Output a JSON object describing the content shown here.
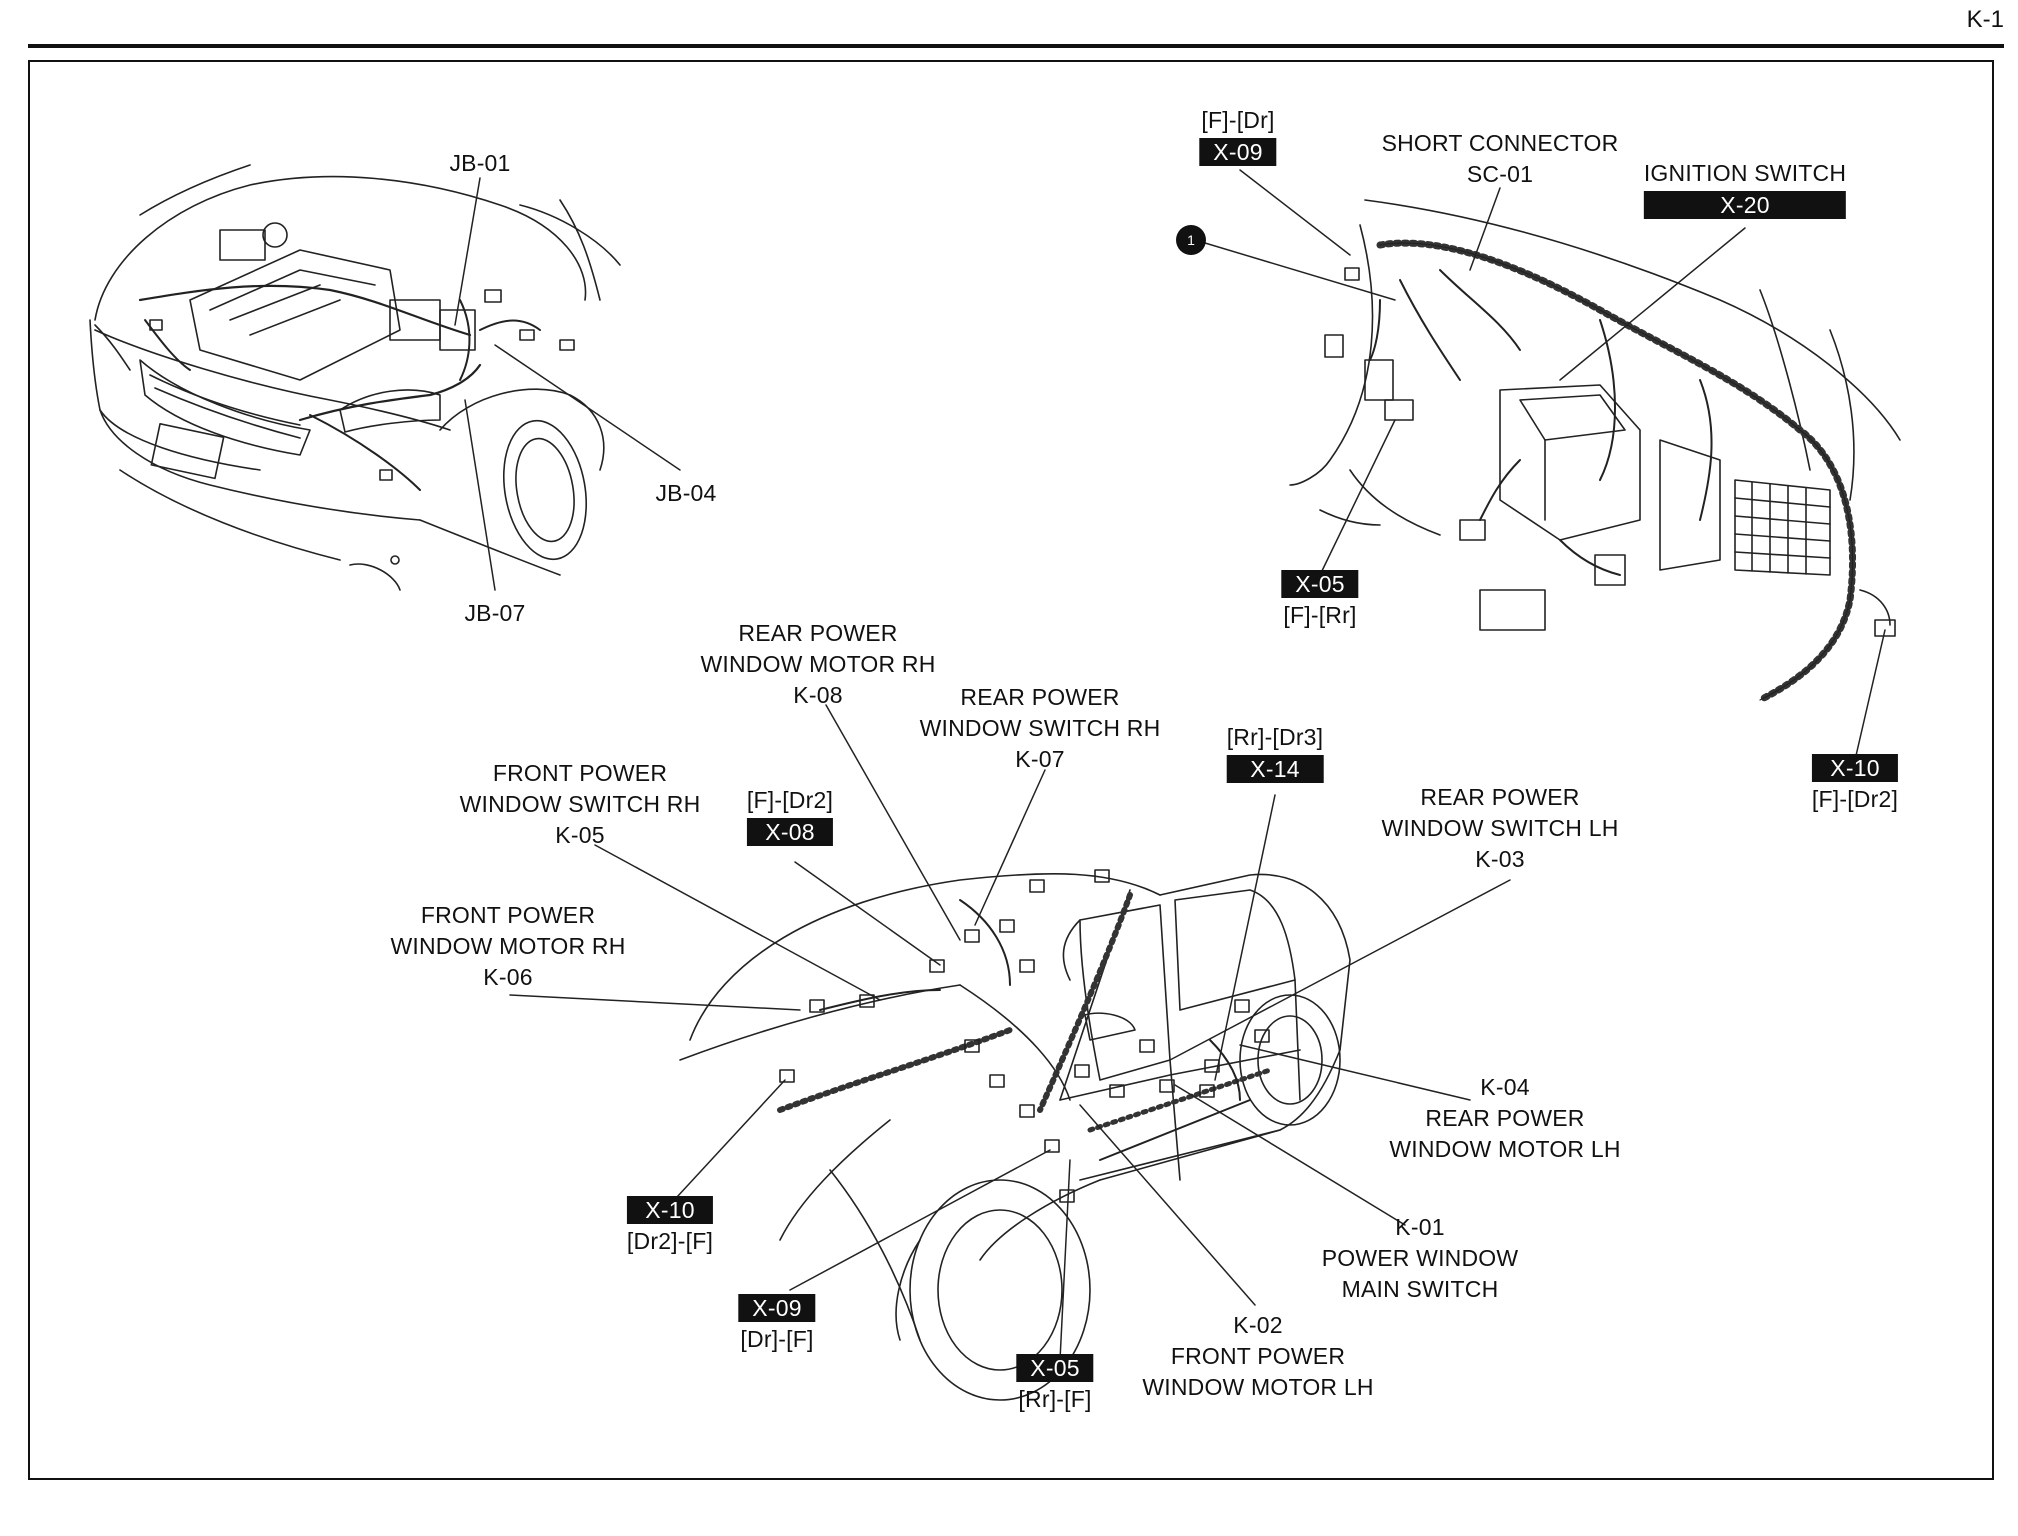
{
  "page_number": "K-1",
  "engine_bay": {
    "jb01": "JB-01",
    "jb04": "JB-04",
    "jb07": "JB-07"
  },
  "dash": {
    "bullet": "1",
    "x09_route": "[F]-[Dr]",
    "x09_tag": "X-09",
    "short_connector_line1": "SHORT CONNECTOR",
    "short_connector_line2": "SC-01",
    "ignition_switch": "IGNITION SWITCH",
    "x20_tag": "X-20",
    "x05_tag": "X-05",
    "x05_route": "[F]-[Rr]",
    "x10_tag": "X-10",
    "x10_route": "[F]-[Dr2]"
  },
  "body": {
    "k08_line1": "REAR POWER",
    "k08_line2": "WINDOW MOTOR RH",
    "k08_code": "K-08",
    "k07_line1": "REAR POWER",
    "k07_line2": "WINDOW SWITCH RH",
    "k07_code": "K-07",
    "x14_route": "[Rr]-[Dr3]",
    "x14_tag": "X-14",
    "k05_line1": "FRONT POWER",
    "k05_line2": "WINDOW SWITCH RH",
    "k05_code": "K-05",
    "x08_route": "[F]-[Dr2]",
    "x08_tag": "X-08",
    "k03_line1": "REAR POWER",
    "k03_line2": "WINDOW SWITCH LH",
    "k03_code": "K-03",
    "k06_line1": "FRONT POWER",
    "k06_line2": "WINDOW MOTOR RH",
    "k06_code": "K-06",
    "k04_code": "K-04",
    "k04_line1": "REAR POWER",
    "k04_line2": "WINDOW MOTOR LH",
    "k01_code": "K-01",
    "k01_line1": "POWER WINDOW",
    "k01_line2": "MAIN SWITCH",
    "x10_tag": "X-10",
    "x10_route": "[Dr2]-[F]",
    "x09_tag": "X-09",
    "x09_route": "[Dr]-[F]",
    "x05_tag": "X-05",
    "x05_route": "[Rr]-[F]",
    "k02_code": "K-02",
    "k02_line1": "FRONT POWER",
    "k02_line2": "WINDOW MOTOR LH"
  }
}
